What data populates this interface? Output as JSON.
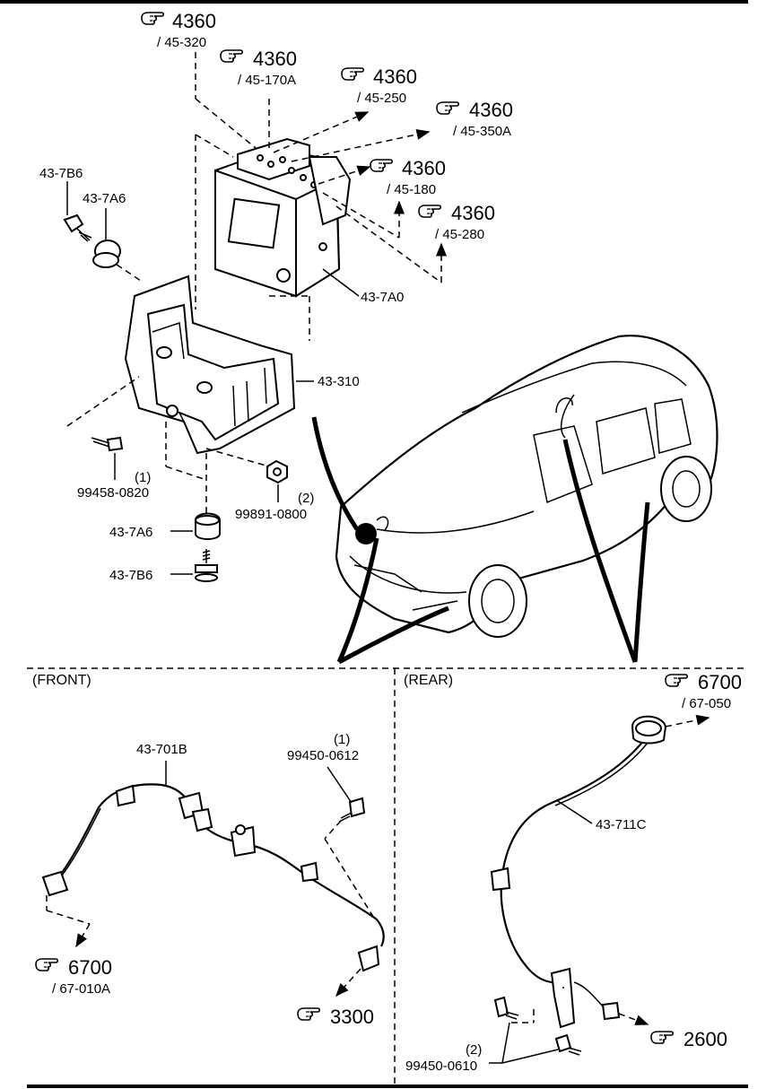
{
  "header": {
    "front_label": "(FRONT)",
    "rear_label": "(REAR)"
  },
  "refs": [
    {
      "code": "4360",
      "sub": "/ 45-320"
    },
    {
      "code": "4360",
      "sub": "/ 45-170A"
    },
    {
      "code": "4360",
      "sub": "/ 45-250"
    },
    {
      "code": "4360",
      "sub": "/ 45-350A"
    },
    {
      "code": "4360",
      "sub": "/ 45-180"
    },
    {
      "code": "4360",
      "sub": "/ 45-280"
    },
    {
      "code": "6700",
      "sub": "/ 67-050"
    },
    {
      "code": "6700",
      "sub": "/ 67-010A"
    },
    {
      "code": "3300",
      "sub": ""
    },
    {
      "code": "2600",
      "sub": ""
    }
  ],
  "parts": {
    "p43_7b6_top": "43-7B6",
    "p43_7a6_top": "43-7A6",
    "p43_7a0": "43-7A0",
    "p43_310": "43-310",
    "p99458": "99458-0820",
    "p99458_qty": "(1)",
    "p99891": "99891-0800",
    "p99891_qty": "(2)",
    "p43_7a6_bot": "43-7A6",
    "p43_7b6_bot": "43-7B6",
    "p43_701b": "43-701B",
    "p99450_0612": "99450-0612",
    "p99450_0612_qty": "(1)",
    "p43_711c": "43-711C",
    "p99450_0610": "99450-0610",
    "p99450_0610_qty": "(2)"
  }
}
